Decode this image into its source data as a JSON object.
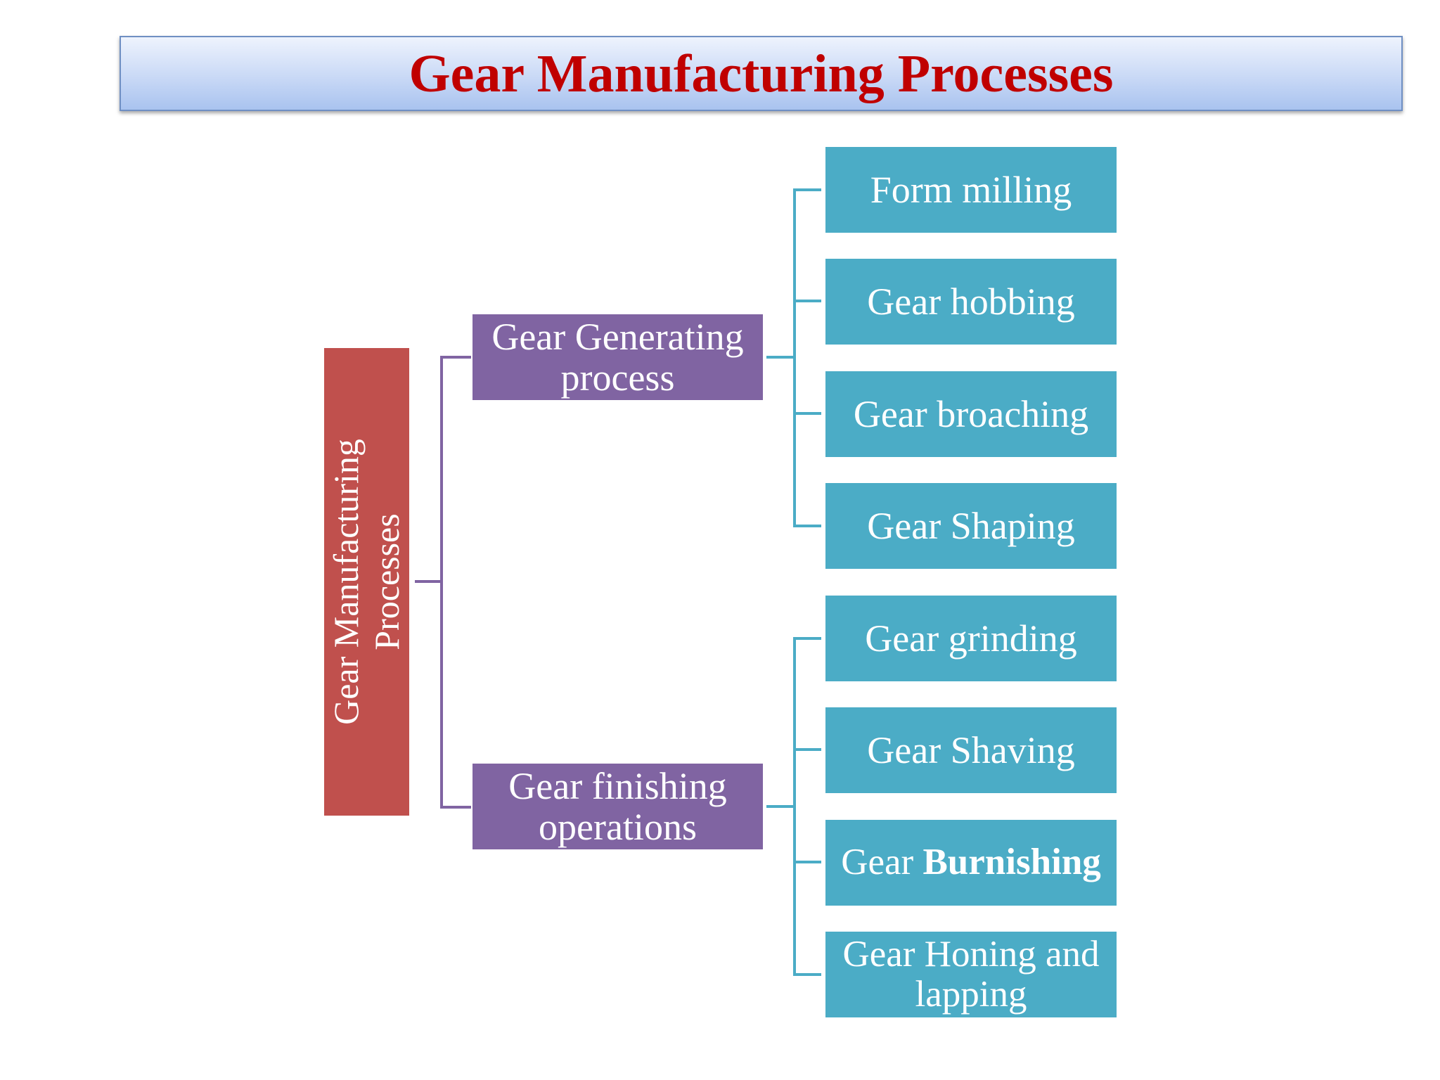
{
  "title": "Gear Manufacturing Processes",
  "root": {
    "line1": "Gear Manufacturing",
    "line2": "Processes"
  },
  "groups": [
    {
      "label": "Gear Generating process",
      "children": [
        "Form milling",
        "Gear hobbing",
        "Gear broaching",
        "Gear Shaping"
      ]
    },
    {
      "label": "Gear finishing operations",
      "children_regular": [
        "Gear grinding",
        "Gear Shaving"
      ],
      "burnishing": {
        "prefix": "Gear ",
        "bold": "Burnishing"
      },
      "honing": "Gear Honing and lapping"
    }
  ],
  "colors": {
    "title_text": "#c00000",
    "root_box": "#c0504d",
    "group_box": "#8064a2",
    "leaf_box": "#4bacc6",
    "group_connector": "#8064a2",
    "leaf_connector": "#4bacc6"
  }
}
